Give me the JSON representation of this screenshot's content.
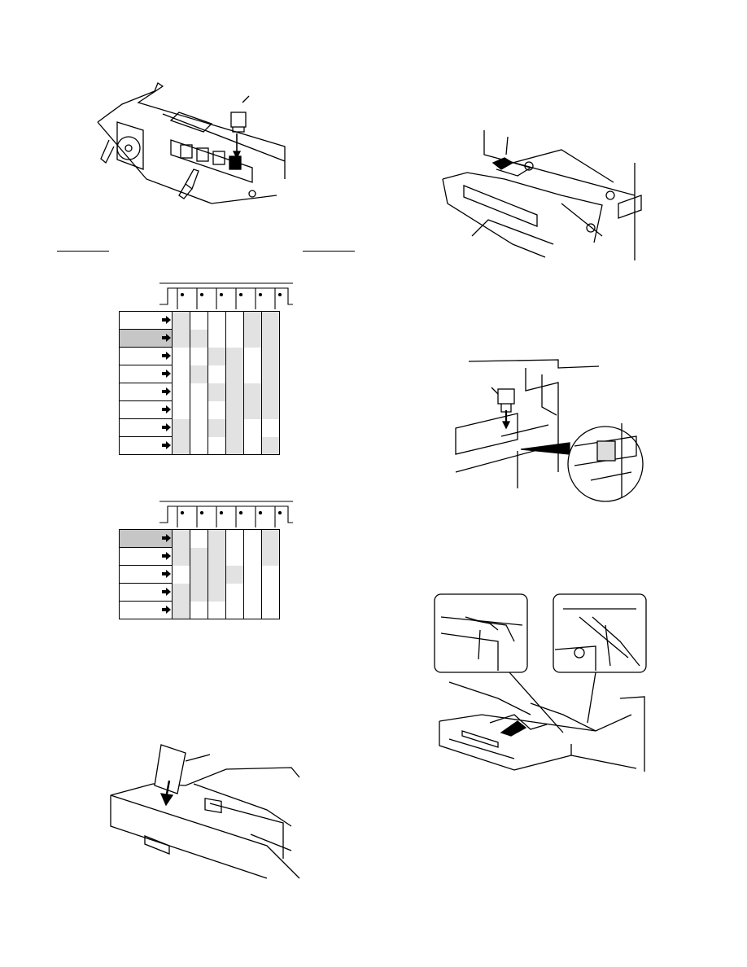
{
  "colors": {
    "line": "#000000",
    "shade_cell": "#e2e2e2",
    "shade_label": "#c6c6c6"
  },
  "table_a": {
    "rows": [
      {
        "label_highlighted": false,
        "cells": [
          1,
          0,
          0,
          0,
          1,
          1
        ]
      },
      {
        "label_highlighted": true,
        "cells": [
          1,
          1,
          0,
          0,
          1,
          1
        ]
      },
      {
        "label_highlighted": false,
        "cells": [
          0,
          0,
          1,
          1,
          0,
          1
        ]
      },
      {
        "label_highlighted": false,
        "cells": [
          0,
          1,
          0,
          1,
          0,
          1
        ]
      },
      {
        "label_highlighted": false,
        "cells": [
          0,
          0,
          1,
          1,
          1,
          1
        ]
      },
      {
        "label_highlighted": false,
        "cells": [
          0,
          0,
          0,
          1,
          1,
          1
        ]
      },
      {
        "label_highlighted": false,
        "cells": [
          1,
          0,
          1,
          1,
          0,
          0
        ]
      },
      {
        "label_highlighted": false,
        "cells": [
          1,
          0,
          0,
          1,
          0,
          1
        ]
      }
    ]
  },
  "table_b": {
    "rows": [
      {
        "label_highlighted": true,
        "cells": [
          1,
          0,
          1,
          0,
          0,
          1
        ]
      },
      {
        "label_highlighted": false,
        "cells": [
          1,
          1,
          1,
          0,
          0,
          1
        ]
      },
      {
        "label_highlighted": false,
        "cells": [
          0,
          1,
          1,
          1,
          0,
          0
        ]
      },
      {
        "label_highlighted": false,
        "cells": [
          1,
          1,
          1,
          0,
          0,
          0
        ]
      },
      {
        "label_highlighted": false,
        "cells": [
          1,
          0,
          0,
          0,
          0,
          0
        ]
      }
    ]
  }
}
